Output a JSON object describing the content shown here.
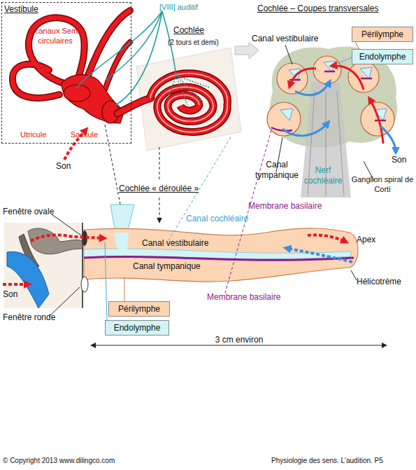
{
  "diagram": {
    "nodes": [
      {
        "text": [
          "Vestibule",
          "3 canaux Semi-circulaires",
          "Utricule",
          "Saccule"
        ]
      }
    ],
    "labels": [
      "Son",
      "[VIII] auditif",
      "Cochlée",
      "(2 tours et demi)",
      "Cochlée – Coupes transversales",
      "Canal vestibulaire",
      "Canal tympanique",
      "Nerf cochléaire",
      "Ganglion spiral de Corti",
      "Son",
      "Membrane basilaire",
      "Cochlée « déroulée »",
      "Canal cochléaire",
      "Fenêtre ovale",
      "Canal vestibulaire",
      "Canal tympanique",
      "Apex",
      "Hélicotrème",
      "Son",
      "Fenêtre ronde",
      "Membrane basilaire",
      "3 cm environ",
      "© Copyright 2013 www.dilingco.com",
      "Physiologie des sens. L'audition. P5"
    ],
    "legend": [
      {
        "text": "Périlymphe",
        "color": "#fcd5b5"
      },
      {
        "text": "Endolymphe",
        "color": "#d2f4f7"
      },
      {
        "text": "Périlymphe",
        "color": "#fcd5b5"
      },
      {
        "text": "Endolymphe",
        "color": "#d2f4f7"
      }
    ]
  }
}
